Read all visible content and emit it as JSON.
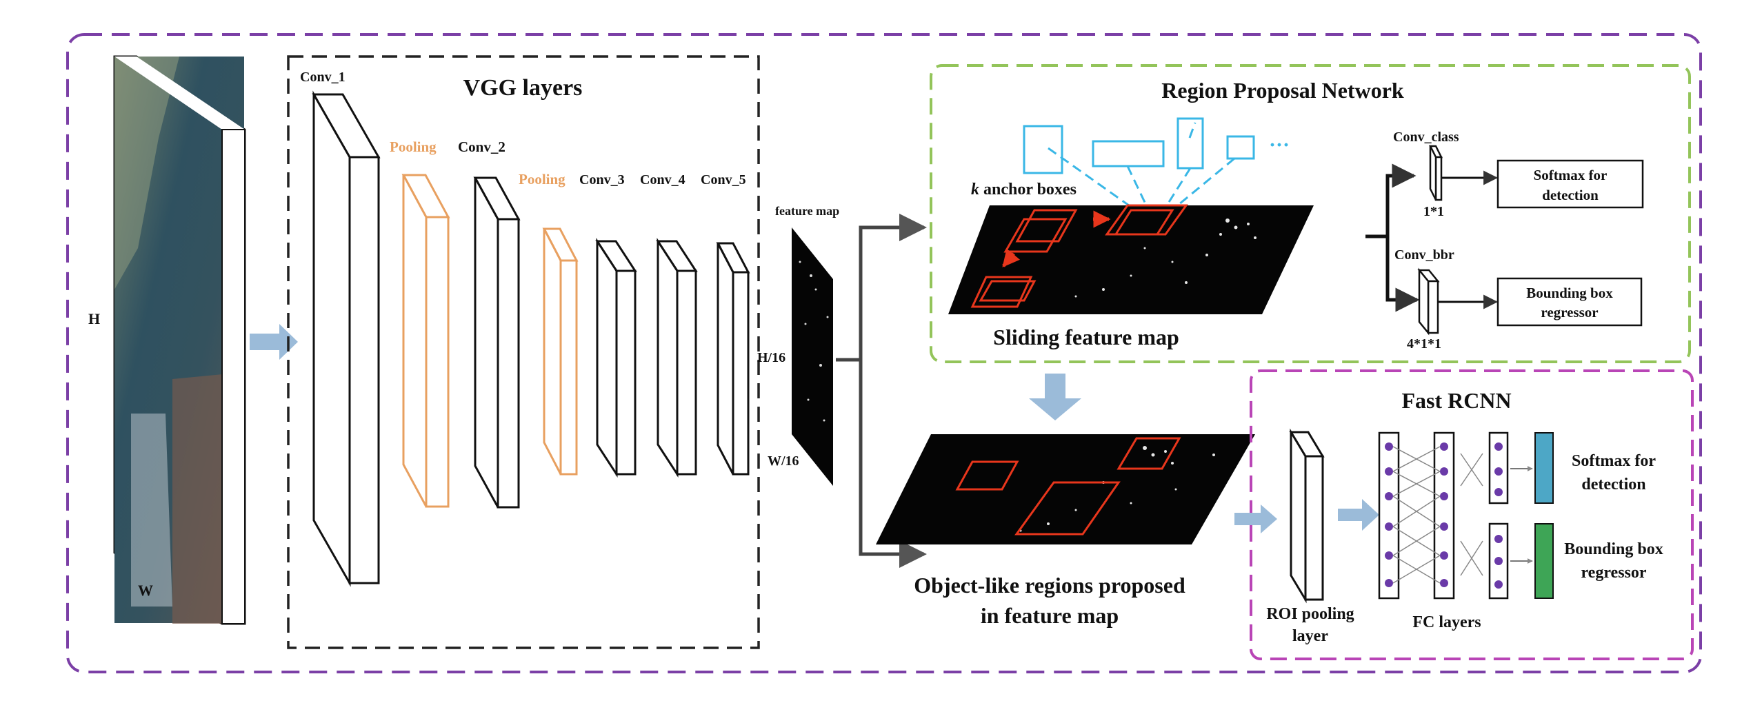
{
  "vgg": {
    "title": "VGG layers",
    "conv1": "Conv_1",
    "pool1": "Pooling",
    "conv2": "Conv_2",
    "pool2": "Pooling",
    "conv3": "Conv_3",
    "conv4": "Conv_4",
    "conv5": "Conv_5"
  },
  "input": {
    "h_label": "H",
    "w_label": "W"
  },
  "feature_map": {
    "label": "feature map",
    "h_label": "H/16",
    "w_label": "W/16"
  },
  "rpn": {
    "title": "Region Proposal  Network",
    "anchor_k": "k",
    "anchor_text": " anchor boxes",
    "ellipsis": "···",
    "sliding_label": "Sliding feature map",
    "conv_class": "Conv_class",
    "conv_class_size": "1*1",
    "conv_bbr": "Conv_bbr",
    "conv_bbr_size": "4*1*1",
    "softmax_line1": "Softmax for",
    "softmax_line2": "detection",
    "bbox_line1": "Bounding box",
    "bbox_line2": "regressor"
  },
  "proposals": {
    "line1": "Object-like regions proposed",
    "line2": "in feature map"
  },
  "fast_rcnn": {
    "title": "Fast RCNN",
    "roi_line1": "ROI pooling",
    "roi_line2": "layer",
    "fc_label": "FC layers",
    "softmax_line1": "Softmax for",
    "softmax_line2": "detection",
    "bbox_line1": "Bounding box",
    "bbox_line2": "regressor"
  },
  "colors": {
    "outer_border": "#7B3FA6",
    "vgg_border": "#222222",
    "rpn_border": "#93C45A",
    "fast_rcnn_border": "#B945B6",
    "pooling": "#E8A060",
    "anchor": "#3AB7E6",
    "proposal": "#E8361C",
    "arrow": "#9BBBD9",
    "softmax_bar": "#4DA7C6",
    "bbox_bar": "#3EA556",
    "neuron": "#6A3AA8"
  }
}
